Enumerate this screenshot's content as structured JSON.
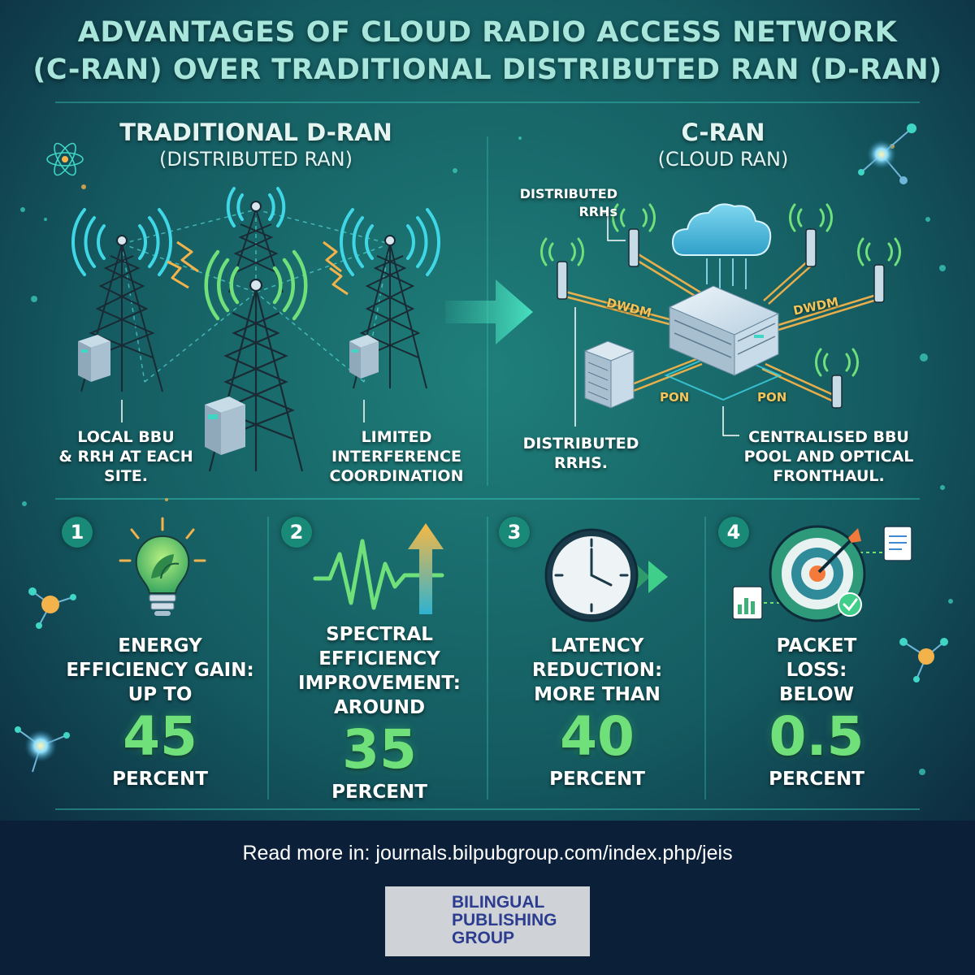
{
  "title": {
    "line1": "ADVANTAGES OF CLOUD RADIO ACCESS NETWORK",
    "line2": "(C-RAN) OVER TRADITIONAL DISTRIBUTED RAN (D-RAN)"
  },
  "left_panel": {
    "heading": "TRADITIONAL D-RAN",
    "subheading": "(DISTRIBUTED RAN)",
    "label_local": [
      "LOCAL BBU",
      "& RRH AT EACH",
      "SITE."
    ],
    "label_interference": [
      "LIMITED",
      "INTERFERENCE",
      "COORDINATION"
    ]
  },
  "right_panel": {
    "heading": "C-RAN",
    "subheading": "(CLOUD RAN)",
    "label_rrh_top": [
      "DISTRIBUTED",
      "RRHs"
    ],
    "label_rrh_bottom": [
      "DISTRIBUTED",
      "RRHS."
    ],
    "label_bbu_pool": [
      "CENTRALISED BBU",
      "POOL AND OPTICAL",
      "FRONTHAUL."
    ],
    "links": {
      "dwdm_left": "DWDM",
      "dwdm_right": "DWDM",
      "pon_left": "PON",
      "pon_right": "PON"
    }
  },
  "stats": [
    {
      "number": "1",
      "lines": [
        "ENERGY",
        "EFFICIENCY GAIN:",
        "UP TO"
      ],
      "value": "45",
      "unit": "PERCENT",
      "icon": "lightbulb-leaf-icon"
    },
    {
      "number": "2",
      "lines": [
        "SPECTRAL",
        "EFFICIENCY",
        "IMPROVEMENT:",
        "AROUND"
      ],
      "value": "35",
      "unit": "PERCENT",
      "icon": "waveform-arrow-icon"
    },
    {
      "number": "3",
      "lines": [
        "LATENCY",
        "REDUCTION:",
        "MORE THAN"
      ],
      "value": "40",
      "unit": "PERCENT",
      "icon": "clock-forward-icon"
    },
    {
      "number": "4",
      "lines": [
        "PACKET",
        "LOSS:",
        "BELOW"
      ],
      "value": "0.5",
      "unit": "PERCENT",
      "icon": "target-check-icon"
    }
  ],
  "footer": {
    "read_more": "Read more in: journals.bilpubgroup.com/index.php/jeis",
    "publisher_lines": [
      "BILINGUAL",
      "PUBLISHING",
      "GROUP"
    ]
  },
  "colors": {
    "background_top": "#1f7f7a",
    "background_bottom": "#0b2038",
    "accent_green": "#6fe07a",
    "title_color": "#a8e6dc",
    "fiber_orange": "#f3b34a",
    "logo_blue": "#2c3d8f",
    "logo_red": "#d6313b"
  }
}
